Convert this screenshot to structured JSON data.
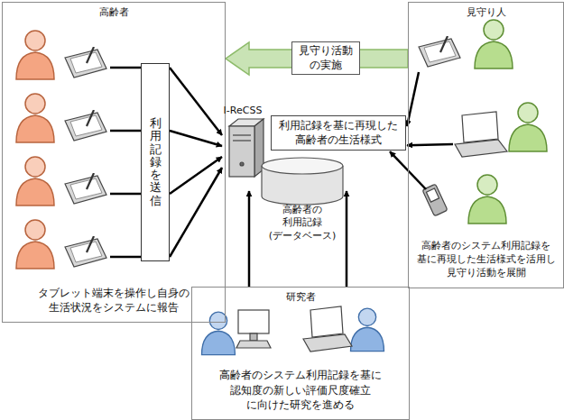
{
  "diagram": {
    "nodes": [
      {
        "text": [
          "高齢者",
          "タブレット端末を操作し自身の 生活状況をシステムに報告"
        ]
      },
      {
        "text": [
          "利用記録を送信"
        ],
        "in": 0
      },
      {
        "text": [
          "見守り人",
          "高齢者のシステム利用記録を 基に再現した生活様式を活用し 見守り活動を展開"
        ]
      },
      {
        "text": [
          "I-ReCSS"
        ]
      },
      {
        "text": [
          "高齢者の 利用記録 (データベース)"
        ]
      },
      {
        "text": [
          "利用記録を基に再現した 高齢者の生活様式"
        ]
      },
      {
        "text": [
          "研究者",
          "高齢者のシステム利用記録を基に 認知度の新しい評価尺度確立 に向けた研究を進める"
        ]
      }
    ],
    "edges": [
      {
        "from": 2,
        "to": 0,
        "arrow": "to",
        "label": "見守り活動 の実施"
      },
      {
        "from": 1,
        "to": 3,
        "arrow": "to"
      },
      {
        "from": 2,
        "to": 5,
        "arrow": "to"
      },
      {
        "from": 6,
        "to": 4,
        "arrow": "to"
      }
    ]
  }
}
